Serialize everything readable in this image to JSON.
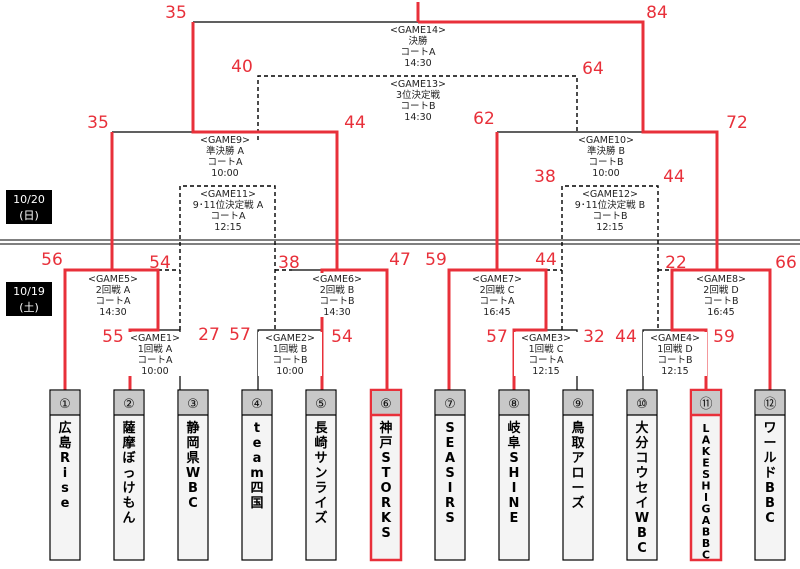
{
  "days": [
    {
      "line1": "10/20",
      "line2": "(日)"
    },
    {
      "line1": "10/19",
      "line2": "(土)"
    }
  ],
  "teams": [
    {
      "num": "①",
      "name": "広島Rise",
      "highlight": false
    },
    {
      "num": "②",
      "name": "薩摩ぼっけもん",
      "highlight": false
    },
    {
      "num": "③",
      "name": "静岡県WBC",
      "highlight": false
    },
    {
      "num": "④",
      "name": "team四国",
      "highlight": false
    },
    {
      "num": "⑤",
      "name": "長崎サンライズ",
      "highlight": false
    },
    {
      "num": "⑥",
      "name": "神戸STORKS",
      "highlight": true
    },
    {
      "num": "⑦",
      "name": "SEASIRS",
      "highlight": false
    },
    {
      "num": "⑧",
      "name": "岐阜SHINE",
      "highlight": false
    },
    {
      "num": "⑨",
      "name": "鳥取アローズ",
      "highlight": false
    },
    {
      "num": "⑩",
      "name": "大分コウセイWBC",
      "highlight": false
    },
    {
      "num": "⑪",
      "name": "LAKESHIGABBC",
      "highlight": true
    },
    {
      "num": "⑫",
      "name": "ワールドBBC",
      "highlight": false
    }
  ],
  "games": {
    "g1": [
      "<GAME1>",
      "1回戦 A",
      "コートA",
      "10:00"
    ],
    "g2": [
      "<GAME2>",
      "1回戦 B",
      "コートB",
      "10:00"
    ],
    "g3": [
      "<GAME3>",
      "1回戦 C",
      "コートA",
      "12:15"
    ],
    "g4": [
      "<GAME4>",
      "1回戦 D",
      "コートB",
      "12:15"
    ],
    "g5": [
      "<GAME5>",
      "2回戦 A",
      "コートA",
      "14:30"
    ],
    "g6": [
      "<GAME6>",
      "2回戦 B",
      "コートB",
      "14:30"
    ],
    "g7": [
      "<GAME7>",
      "2回戦 C",
      "コートA",
      "16:45"
    ],
    "g8": [
      "<GAME8>",
      "2回戦 D",
      "コートB",
      "16:45"
    ],
    "g9": [
      "<GAME9>",
      "準決勝 A",
      "コートA",
      "10:00"
    ],
    "g10": [
      "<GAME10>",
      "準決勝 B",
      "コートB",
      "10:00"
    ],
    "g11": [
      "<GAME11>",
      "9･11位決定戦 A",
      "コートA",
      "12:15"
    ],
    "g12": [
      "<GAME12>",
      "9･11位決定戦 B",
      "コートB",
      "12:15"
    ],
    "g13": [
      "<GAME13>",
      "3位決定戦",
      "コートB",
      "14:30"
    ],
    "g14": [
      "<GAME14>",
      "決勝",
      "コートA",
      "14:30"
    ]
  },
  "scores": {
    "g1_l": "55",
    "g1_r": "27",
    "g2_l": "57",
    "g2_r": "54",
    "g3_l": "57",
    "g3_r": "32",
    "g4_l": "44",
    "g4_r": "59",
    "g5_l": "56",
    "g5_r": "54",
    "g6_l": "38",
    "g6_r": "47",
    "g7_l": "59",
    "g7_r": "44",
    "g8_l": "22",
    "g8_r": "66",
    "g9_l": "35",
    "g9_r": "44",
    "g10_l": "62",
    "g10_r": "72",
    "g11_l": "",
    "g11_r": "",
    "g12_l": "38",
    "g12_r": "44",
    "g13_l": "40",
    "g13_r": "64",
    "g14_l": "35",
    "g14_r": "84"
  },
  "colors": {
    "winner_line": "#e8303a",
    "bracket_line": "#000000",
    "team_box_fill": "#f4f4f4",
    "seed_fill": "#c8c8c8"
  }
}
